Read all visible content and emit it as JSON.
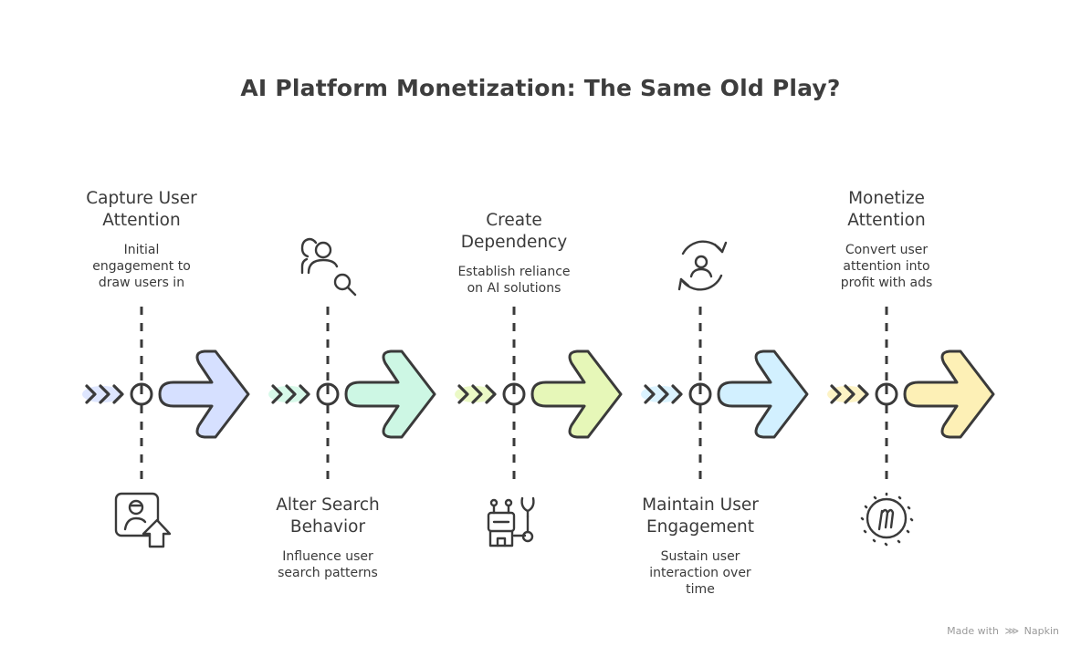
{
  "title": "AI Platform Monetization: The Same Old Play?",
  "steps": [
    {
      "heading": "Capture User Attention",
      "description": "Initial engagement to draw users in",
      "icon": "user-upload-icon",
      "arrow_color": "#d6e0ff"
    },
    {
      "heading": "Alter Search Behavior",
      "description": "Influence user search patterns",
      "icon": "users-search-icon",
      "arrow_color": "#cdf7e4"
    },
    {
      "heading": "Create Dependency",
      "description": "Establish reliance on AI solutions",
      "icon": "robot-wrench-icon",
      "arrow_color": "#e6f7b8"
    },
    {
      "heading": "Maintain User Engagement",
      "description": "Sustain user interaction over time",
      "icon": "user-refresh-icon",
      "arrow_color": "#d2f0ff"
    },
    {
      "heading": "Monetize Attention",
      "description": "Convert user attention into profit with ads",
      "icon": "ad-badge-icon",
      "arrow_color": "#fdf0b6"
    }
  ],
  "footer": {
    "made_with": "Made with",
    "brand": "Napkin",
    "brand_icon": "napkin-logo-icon"
  },
  "colors": {
    "stroke": "#3a3a3a",
    "text": "#3a3a3a"
  }
}
